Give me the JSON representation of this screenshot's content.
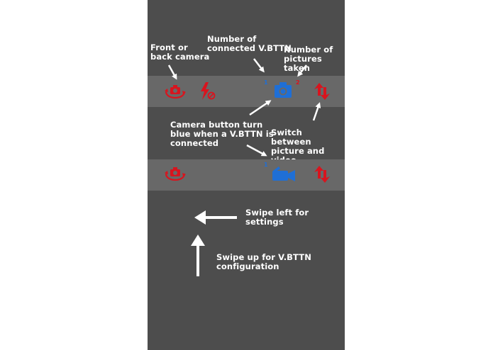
{
  "colors": {
    "background": "#4d4d4d",
    "bar": "#686868",
    "accent_red": "#d8141e",
    "accent_blue": "#1f6fd6",
    "text": "#ffffff"
  },
  "annotations": {
    "front_back": "Front or\nback camera",
    "connected_count": "Number of\nconnected V.BTTN",
    "pictures_taken": "Number of\npictures taken",
    "camera_button": "Camera button turn\nblue when a V.BTTN is\nconnected",
    "switch_mode": "Switch between\npicture and video",
    "swipe_left": "Swipe left for\nsettings",
    "swipe_up": "Swipe up for V.BTTN\nconfiguration"
  },
  "photo_bar": {
    "connected_count": "1",
    "pictures_count": "2"
  },
  "video_bar": {
    "connected_count": "1"
  },
  "icons": {
    "flip_camera": "rotate-camera-icon",
    "flash": "flash-off-icon",
    "shutter_photo": "camera-icon",
    "mode_switch": "switch-arrows-icon",
    "shutter_video": "video-camera-icon"
  }
}
